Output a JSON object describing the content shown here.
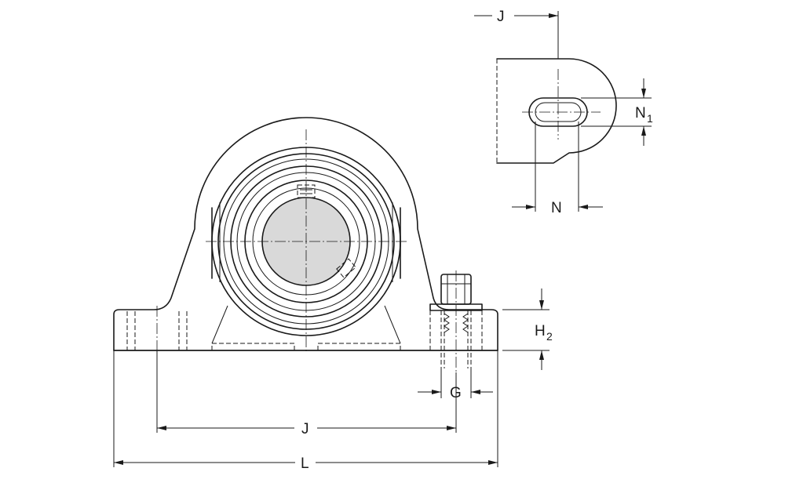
{
  "dimensions": {
    "J_top": "J",
    "N1_main": "N",
    "N1_sub": "1",
    "N": "N",
    "H2_main": "H",
    "H2_sub": "2",
    "G": "G",
    "J_bottom": "J",
    "L": "L"
  },
  "colors": {
    "line": "#1a1a1a",
    "shaft": "#d9d9d9",
    "background": "#ffffff"
  }
}
